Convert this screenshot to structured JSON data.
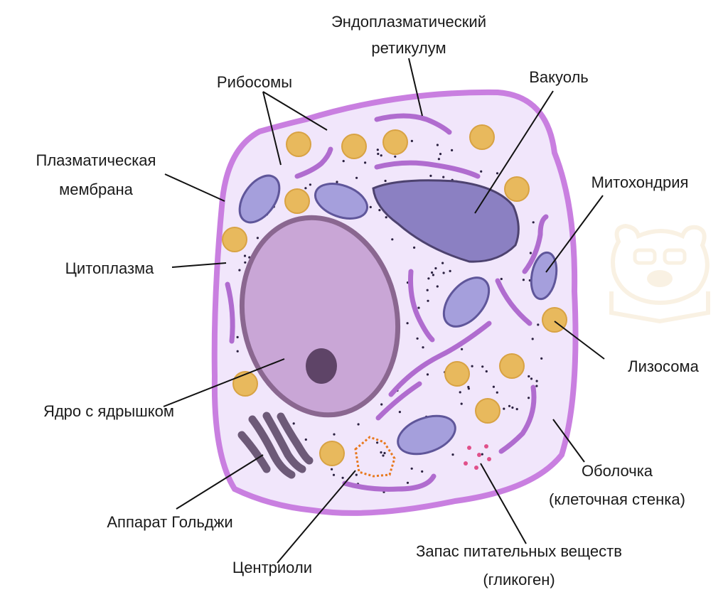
{
  "labels": {
    "er_line1": "Эндоплазматический",
    "er_line2": "ретикулум",
    "ribosomes": "Рибосомы",
    "vacuole": "Вакуоль",
    "plasma_line1": "Плазматическая",
    "plasma_line2": "мембрана",
    "mitochondria": "Митохондрия",
    "cytoplasm": "Цитоплазма",
    "lysosome": "Лизосома",
    "nucleus": "Ядро с ядрышком",
    "wall_line1": "Оболочка",
    "wall_line2": "(клеточная стенка)",
    "golgi": "Аппарат Гольджи",
    "glycogen_line1": "Запас питательных веществ",
    "glycogen_line2": "(гликоген)",
    "centrioles": "Центриоли"
  },
  "colors": {
    "cell_wall": "#c97fe0",
    "cytoplasm": "#f1e6fb",
    "nucleus_fill": "#c9a6d6",
    "nucleus_border": "#8a6790",
    "nucleolus": "#5e4467",
    "vacuole": "#8b80c2",
    "mitochondria": "#a59fdc",
    "lysosome": "#e8b95d",
    "er": "#b06ccf",
    "golgi": "#6d5a78",
    "centriole": "#e8781d",
    "glycogen": "#e0508a"
  }
}
